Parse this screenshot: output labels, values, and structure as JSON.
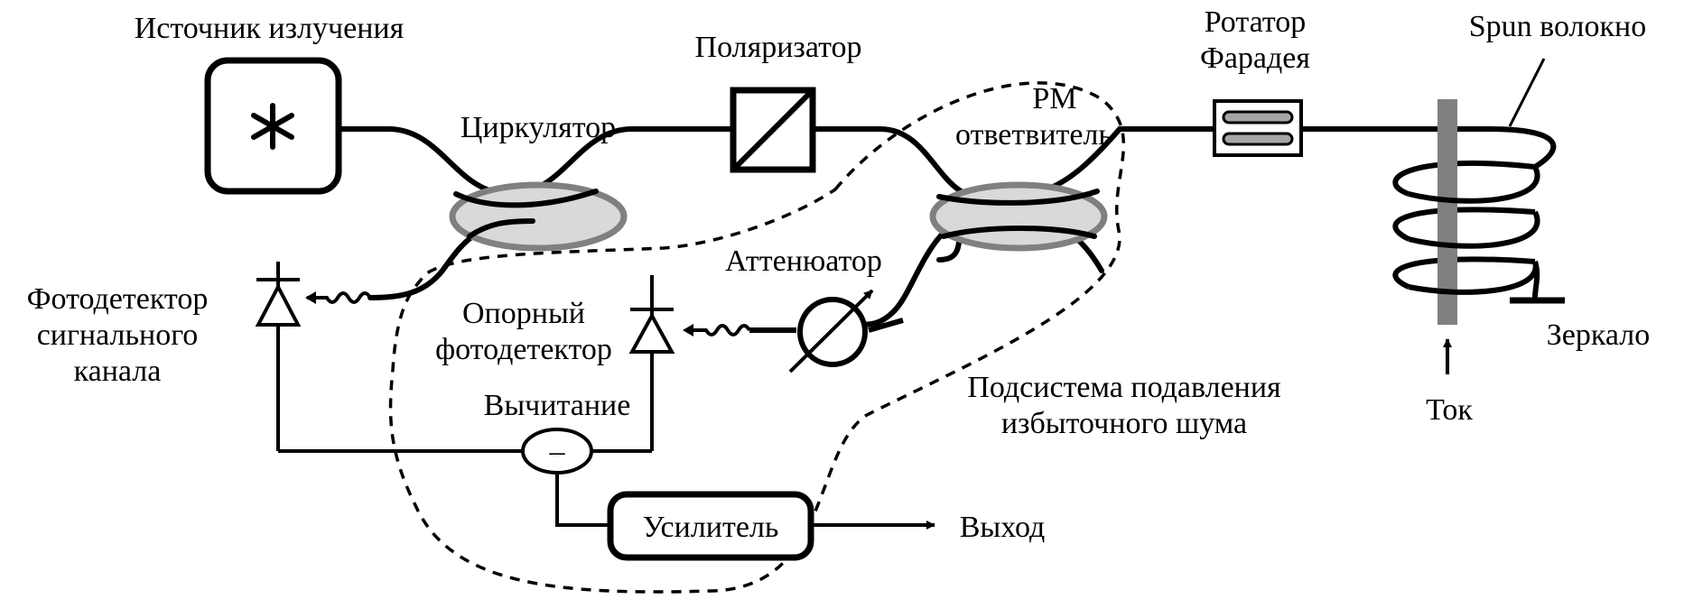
{
  "labels": {
    "source": "Источник излучения",
    "polarizer": "Поляризатор",
    "circulator": "Циркулятор",
    "pm_coupler_line1": "PM",
    "pm_coupler_line2": "ответвитель",
    "faraday_line1": "Ротатор",
    "faraday_line2": "Фарадея",
    "spun_fiber": "Spun волокно",
    "signal_pd_line1": "Фотодетектор",
    "signal_pd_line2": "сигнального",
    "signal_pd_line3": "канала",
    "ref_pd_line1": "Опорный",
    "ref_pd_line2": "фотодетектор",
    "attenuator": "Аттенюатор",
    "subtraction": "Вычитание",
    "subtraction_sign": "–",
    "amplifier": "Усилитель",
    "output": "Выход",
    "subsystem_line1": "Подсистема подавления",
    "subsystem_line2": "избыточного шума",
    "mirror": "Зеркало",
    "current": "Ток"
  },
  "colors": {
    "line": "#000000",
    "coupler_fill": "#d9d9d9",
    "coupler_stroke": "#808080",
    "conductor": "#808080",
    "faraday_bar": "#a6a6a6"
  }
}
